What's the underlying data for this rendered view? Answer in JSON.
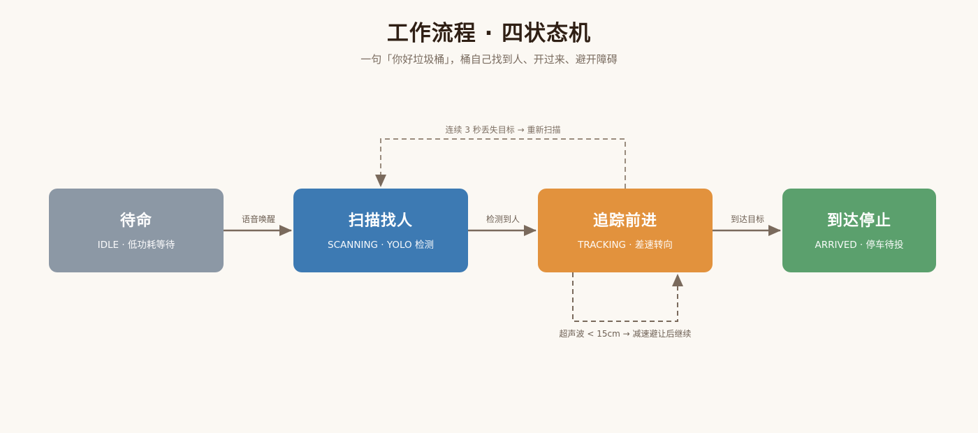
{
  "title": "工作流程 · 四状态机",
  "subtitle": "一句「你好垃圾桶」，桶自己找到人、开过来、避开障碍",
  "states": [
    {
      "title": "待命",
      "subtitle": "IDLE · 低功耗等待",
      "color": "#8c98a5"
    },
    {
      "title": "扫描找人",
      "subtitle": "SCANNING · YOLO 检测",
      "color": "#3d7ab3"
    },
    {
      "title": "追踪前进",
      "subtitle": "TRACKING · 差速转向",
      "color": "#e2923d"
    },
    {
      "title": "到达停止",
      "subtitle": "ARRIVED · 停车待投",
      "color": "#5ba06d"
    }
  ],
  "transitions": {
    "wake": "语音唤醒",
    "detect": "检测到人",
    "arrive": "到达目标",
    "lost": "连续 3 秒丢失目标 → 重新扫描",
    "avoid": "超声波 < 15cm → 减速避让后继续"
  },
  "colors": {
    "background": "#fbf8f3",
    "arrow": "#7a6a5c"
  }
}
